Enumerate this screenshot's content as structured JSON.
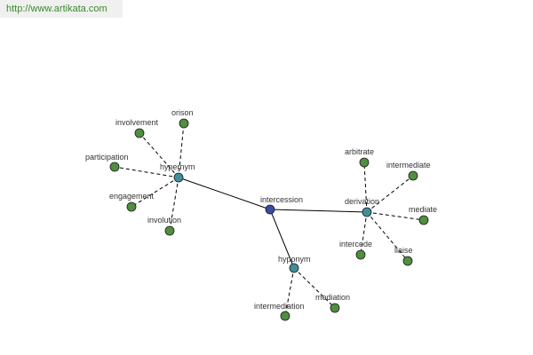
{
  "watermark": {
    "text": "http://www.artikata.com"
  },
  "colors": {
    "center": "#3a4aa0",
    "hub": "#3f8f9a",
    "leaf": "#4f8f3f"
  },
  "graph": {
    "center": "intercession",
    "hubs": [
      "hypernym",
      "derivation",
      "hyponym"
    ],
    "leaves": {
      "hypernym": [
        "involvement",
        "orison",
        "participation",
        "engagement",
        "involution"
      ],
      "derivation": [
        "arbitrate",
        "intermediate",
        "mediate",
        "intercede",
        "liaise"
      ],
      "hyponym": [
        "intermediation",
        "mediation"
      ]
    }
  }
}
